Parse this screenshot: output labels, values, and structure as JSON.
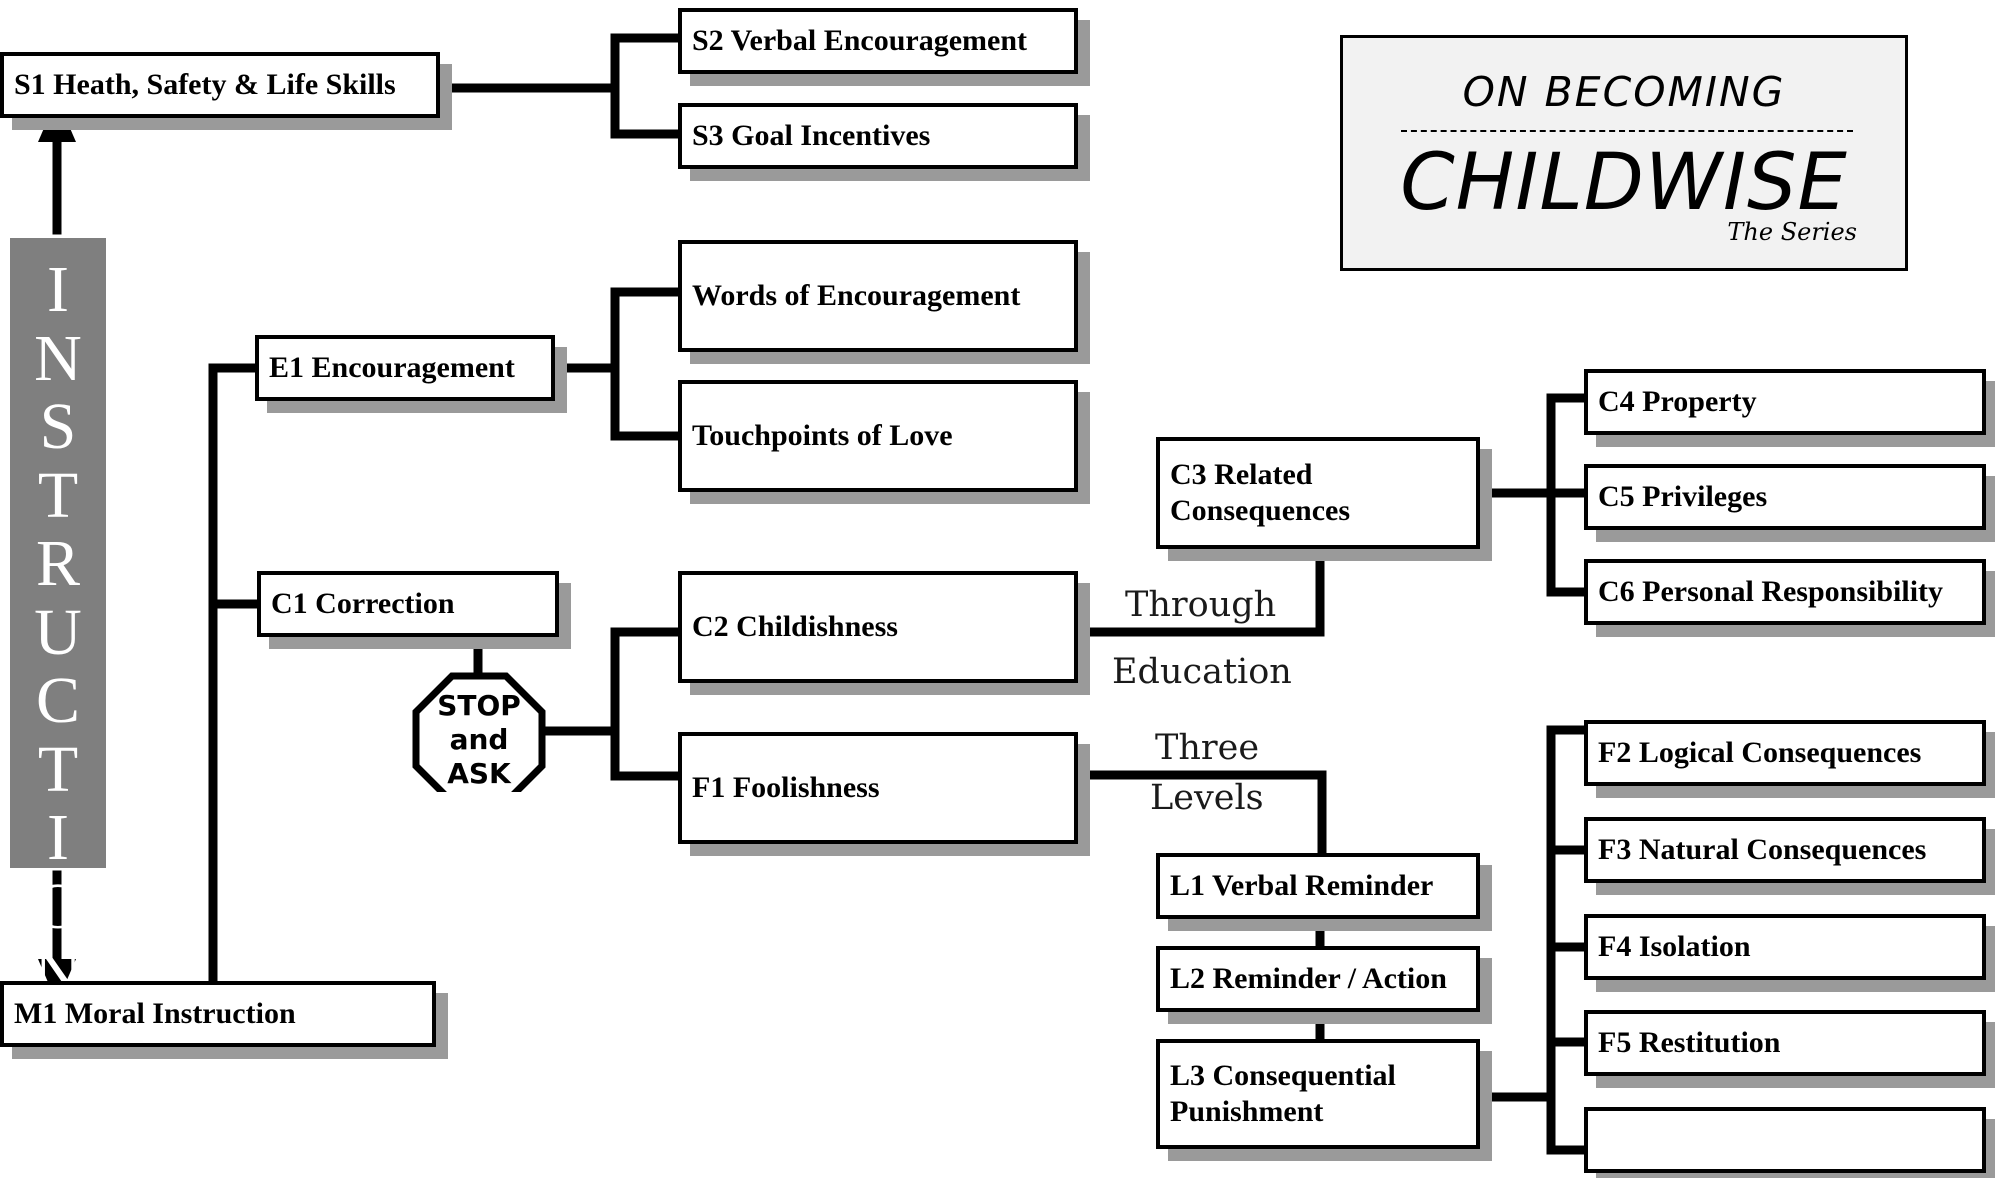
{
  "logo": {
    "top": "ON BECOMING",
    "main": "CHILDWISE",
    "sub": "The Series"
  },
  "instruction": "INSTRUCTION",
  "stop_sign": {
    "line1": "STOP",
    "line2": "and",
    "line3": "ASK"
  },
  "boxes": {
    "s1": "S1 Heath, Safety & Life Skills",
    "s2": "S2 Verbal Encouragement",
    "s3": "S3 Goal Incentives",
    "e1": "E1 Encouragement",
    "words": "Words of Encouragement",
    "touchpoints": "Touchpoints of Love",
    "c1": "C1 Correction",
    "c2": "C2 Childishness",
    "f1": "F1 Foolishness",
    "c3": "C3 Related Consequences",
    "c4": "C4 Property",
    "c5": "C5 Privileges",
    "c6": "C6 Personal Responsibility",
    "l1": "L1 Verbal Reminder",
    "l2": "L2 Reminder / Action",
    "l3": "L3 Consequential Punishment",
    "f2": "F2 Logical Consequences",
    "f3": "F3 Natural Consequences",
    "f4": "F4 Isolation",
    "f5": "F5 Restitution",
    "empty": "",
    "m1": "M1 Moral Instruction"
  },
  "labels": {
    "through": "Through",
    "education": "Education",
    "three": "Three",
    "levels": "Levels"
  }
}
